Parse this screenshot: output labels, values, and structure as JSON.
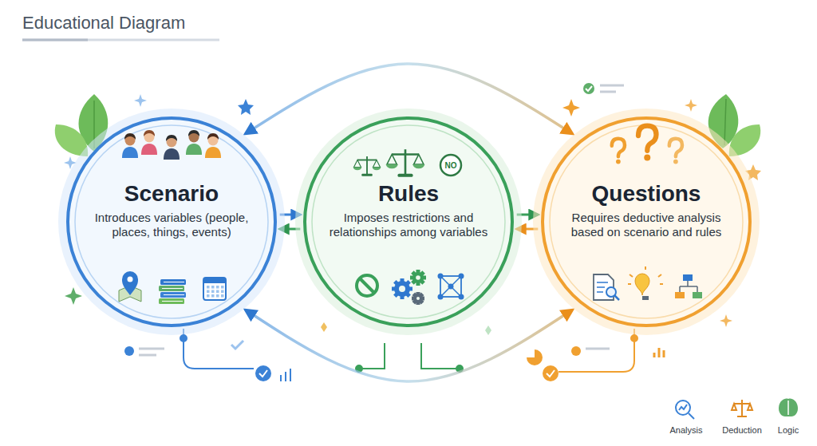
{
  "diagram": {
    "title": "Educational Diagram",
    "nodes": [
      {
        "text": [
          "Scenario",
          "Introduces variables (people, places, things, events)"
        ]
      },
      {
        "text": [
          "Rules",
          "Imposes restrictions and relationships among variables"
        ]
      },
      {
        "text": [
          "Questions",
          "Requires deductive analysis based on scenario and rules"
        ]
      }
    ],
    "edges": [
      {
        "from": 0,
        "to": 1,
        "arrow": "to"
      },
      {
        "from": 1,
        "to": 0,
        "arrow": "to"
      },
      {
        "from": 1,
        "to": 2,
        "arrow": "to"
      },
      {
        "from": 2,
        "to": 1,
        "arrow": "to"
      },
      {
        "from": 0,
        "to": 2,
        "arrow": "both"
      },
      {
        "from": 0,
        "to": 2,
        "arrow": "both"
      }
    ],
    "labels": [
      "NO",
      "Analysis",
      "Deduction",
      "Logic"
    ]
  }
}
